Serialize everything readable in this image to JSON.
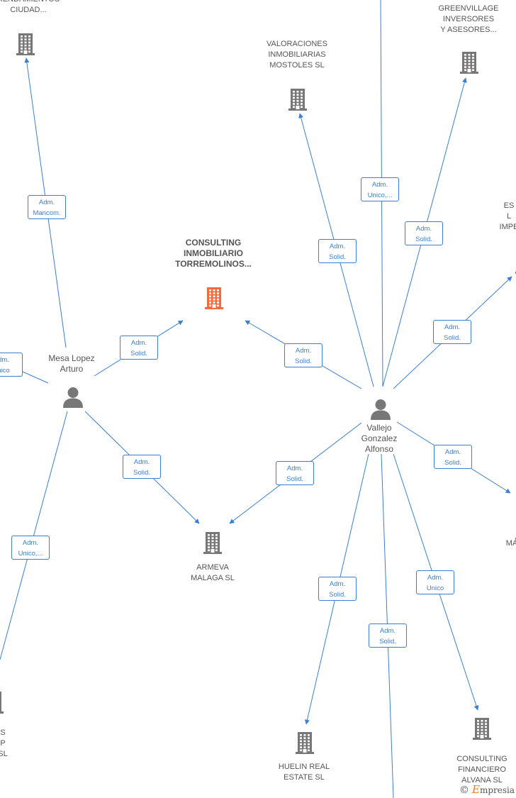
{
  "colors": {
    "edge": "#3a7fd5",
    "company_icon": "#777777",
    "main_icon": "#f26b3a",
    "person_icon": "#777777"
  },
  "companies": [
    {
      "id": "dapaf",
      "label": "DAPAF\nRENDAMIENTOS\nCIUDAD...",
      "icon": "building-icon"
    },
    {
      "id": "greenvillage",
      "label": "GREENVILLAGE\nINVERSORES\nY ASESORES...",
      "icon": "building-icon"
    },
    {
      "id": "valoraciones",
      "label": "VALORACIONES\nINMOBILIARIAS\nMOSTOLES SL",
      "icon": "building-icon"
    },
    {
      "id": "consulting_torremolinos",
      "label": "CONSULTING\nINMOBILIARIO\nTORREMOLINOS...",
      "icon": "building-icon",
      "main": true
    },
    {
      "id": "es_partial",
      "label": "ES\nL\nIMPE",
      "icon": "building-icon"
    },
    {
      "id": "armeva",
      "label": "ARMEVA\nMALAGA SL",
      "icon": "building-icon"
    },
    {
      "id": "huelin",
      "label": "HUELIN REAL\nESTATE SL",
      "icon": "building-icon"
    },
    {
      "id": "consulting_financiero",
      "label": "CONSULTING\nFINANCIERO\nALVANA SL",
      "icon": "building-icon"
    },
    {
      "id": "ma_partial",
      "label": "MA",
      "icon": "building-icon"
    },
    {
      "id": "bl_partial",
      "label": "S\nP\nSL",
      "icon": "building-icon"
    }
  ],
  "persons": [
    {
      "id": "mesa",
      "label": "Mesa Lopez\nArturo",
      "icon": "person-icon"
    },
    {
      "id": "vallejo",
      "label": "Vallejo\nGonzalez\nAlfonso",
      "icon": "person-icon"
    }
  ],
  "edge_labels": [
    {
      "id": "mesa_dapaf",
      "text": "Adm.\nMancom."
    },
    {
      "id": "mesa_main",
      "text": "Adm.\nSolid."
    },
    {
      "id": "mesa_left",
      "text": "dm.\nnico"
    },
    {
      "id": "mesa_armeva",
      "text": "Adm.\nSolid."
    },
    {
      "id": "mesa_bl",
      "text": "Adm.\nUnico,..."
    },
    {
      "id": "vallejo_top",
      "text": "Adm.\nUnico,..."
    },
    {
      "id": "vallejo_valoraciones",
      "text": "Adm.\nSolid."
    },
    {
      "id": "vallejo_greenvillage",
      "text": "Adm.\nSolid."
    },
    {
      "id": "vallejo_es",
      "text": "Adm.\nSolid."
    },
    {
      "id": "vallejo_main",
      "text": "Adm.\nSolid."
    },
    {
      "id": "vallejo_ma",
      "text": "Adm.\nSolid."
    },
    {
      "id": "vallejo_armeva",
      "text": "Adm.\nSolid."
    },
    {
      "id": "vallejo_huelin",
      "text": "Adm.\nSolid."
    },
    {
      "id": "vallejo_bottom",
      "text": "Adm.\nSolid."
    },
    {
      "id": "vallejo_financiero",
      "text": "Adm.\nUnico"
    }
  ],
  "brand": {
    "copyright": "©",
    "initial": "E",
    "name": "mpresia"
  }
}
